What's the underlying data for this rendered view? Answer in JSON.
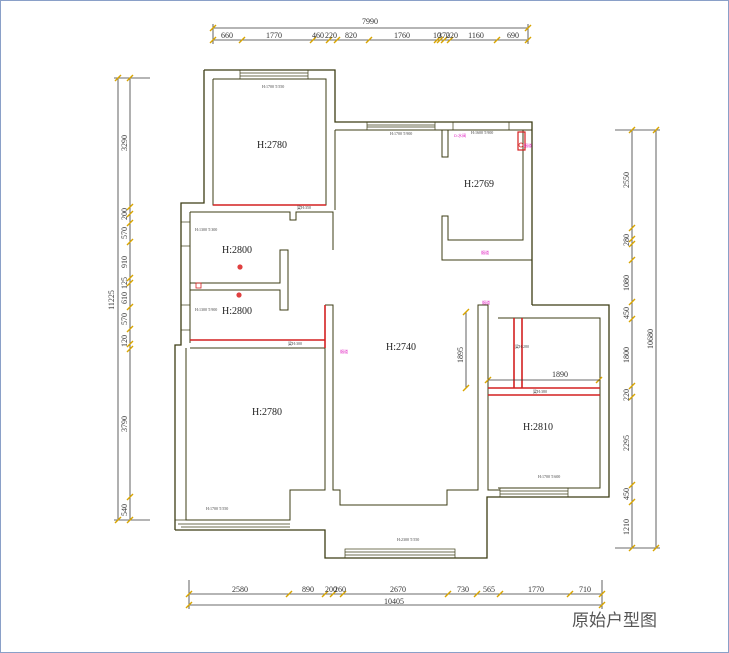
{
  "drawing": {
    "title": "原始户型图",
    "top_dims": {
      "total": "7990",
      "segments": [
        "660",
        "1770",
        "460",
        "220",
        "820",
        "1760",
        "10",
        "370",
        "220",
        "1160",
        "690"
      ]
    },
    "bottom_dims": {
      "total": "10405",
      "segments": [
        "2580",
        "890",
        "200",
        "260",
        "2670",
        "730",
        "565",
        "1770",
        "710"
      ]
    },
    "left_dims": {
      "total": "11225",
      "segments": [
        "3290",
        "200",
        "570",
        "910",
        "125",
        "610",
        "570",
        "120",
        "3790",
        "540"
      ]
    },
    "right_dims": {
      "total": "10680",
      "segments": [
        "2550",
        "280",
        "1080",
        "450",
        "1800",
        "220",
        "2295",
        "450",
        "1210"
      ]
    },
    "rooms": [
      {
        "id": "bedroom-top-left",
        "label": "H:2780"
      },
      {
        "id": "kitchen",
        "label": "H:2769"
      },
      {
        "id": "bath-1",
        "label": "H:2800"
      },
      {
        "id": "bath-2",
        "label": "H:2800"
      },
      {
        "id": "living",
        "label": "H:2740"
      },
      {
        "id": "bedroom-bottom-left",
        "label": "H:2780"
      },
      {
        "id": "bedroom-right",
        "label": "H:2810"
      }
    ],
    "inner_dims": {
      "vertical_1895": "1895",
      "horizontal_1890": "1890"
    },
    "window_notes": {
      "w1": "H:1700 T:550",
      "w2": "H:1700 T:900",
      "w3": "H:1600 T:900",
      "w4": "H:1300 T:300",
      "w5": "H:1300 T:900",
      "w6": "H:2300 T:550",
      "w7": "H:1700 T:600",
      "w8": "H:1700 T:550"
    },
    "beam_notes": {
      "b1": "梁H:350",
      "b2": "梁H:300",
      "b3": "梁H:280",
      "b4": "梁H:380"
    },
    "pink_notes": {
      "p1": "D:水阀",
      "p2": "烟道",
      "p3": "烟道",
      "p4": "烟道",
      "p5": "烟道"
    }
  }
}
